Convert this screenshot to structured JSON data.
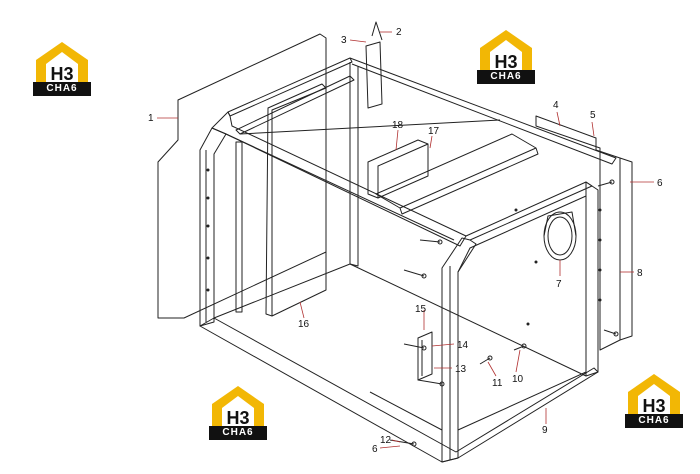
{
  "diagram": {
    "callouts": [
      "1",
      "2",
      "3",
      "4",
      "5",
      "6",
      "7",
      "8",
      "9",
      "10",
      "11",
      "12",
      "13",
      "14",
      "15",
      "16",
      "17",
      "18",
      "6"
    ]
  },
  "logo": {
    "monogram": "H3",
    "wordmark": "CHA6",
    "colors": {
      "yellow": "#f2b705",
      "dark": "#111111"
    }
  },
  "colors": {
    "line": "#222222",
    "leader": "#b03030"
  }
}
